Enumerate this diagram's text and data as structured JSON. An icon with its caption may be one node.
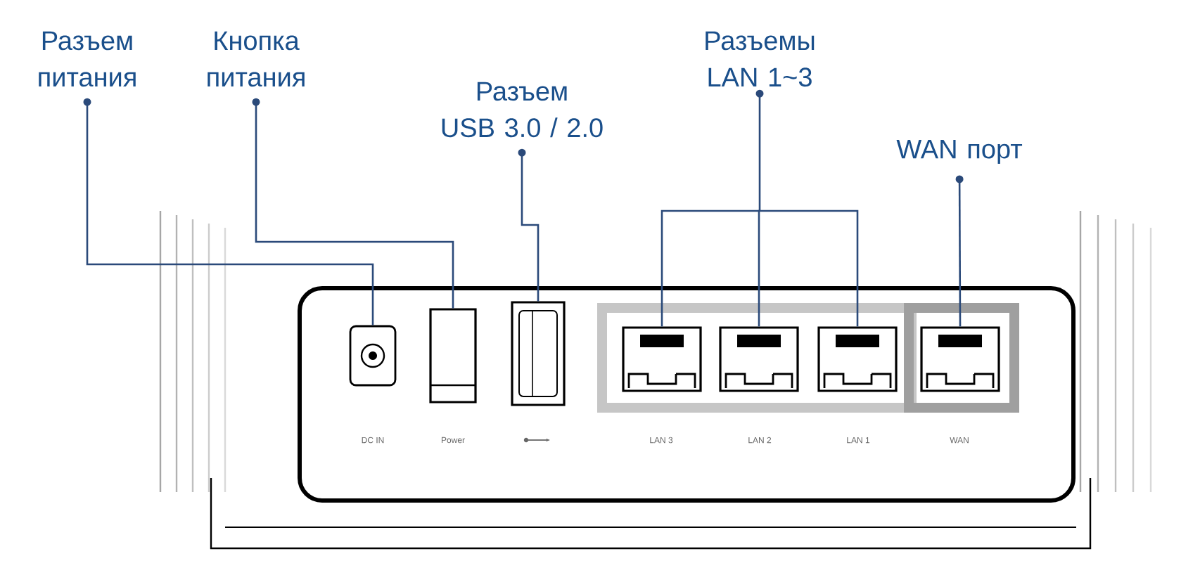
{
  "diagram": {
    "nodes": [
      {
        "text": [
          "Разъем питания"
        ]
      },
      {
        "text": [
          "Кнопка питания"
        ]
      },
      {
        "text": [
          "Разъем USB 3.0 / 2.0"
        ]
      },
      {
        "text": [
          "Разъемы LAN 1~3"
        ]
      },
      {
        "text": [
          "WAN порт"
        ]
      },
      {
        "text": [],
        "shape": "socket"
      },
      {
        "text": [],
        "shape": "button"
      },
      {
        "text": [],
        "shape": "port"
      },
      {
        "text": [],
        "shape": "port"
      },
      {
        "text": [],
        "shape": "port"
      },
      {
        "text": [],
        "shape": "port"
      },
      {
        "text": [],
        "shape": "port"
      }
    ],
    "edges": [
      {
        "from": 5,
        "to": 0,
        "arrow": "to"
      },
      {
        "from": 6,
        "to": 1,
        "arrow": "to"
      },
      {
        "from": 7,
        "to": 2,
        "arrow": "to"
      },
      {
        "from": 8,
        "to": 3,
        "arrow": "to"
      },
      {
        "from": 9,
        "to": 3,
        "arrow": "to"
      },
      {
        "from": 10,
        "to": 3,
        "arrow": "to"
      },
      {
        "from": 11,
        "to": 4,
        "arrow": "to"
      }
    ],
    "labels": [
      "DC IN",
      "Power",
      "LAN 3",
      "LAN 2",
      "LAN 1",
      "WAN"
    ]
  }
}
